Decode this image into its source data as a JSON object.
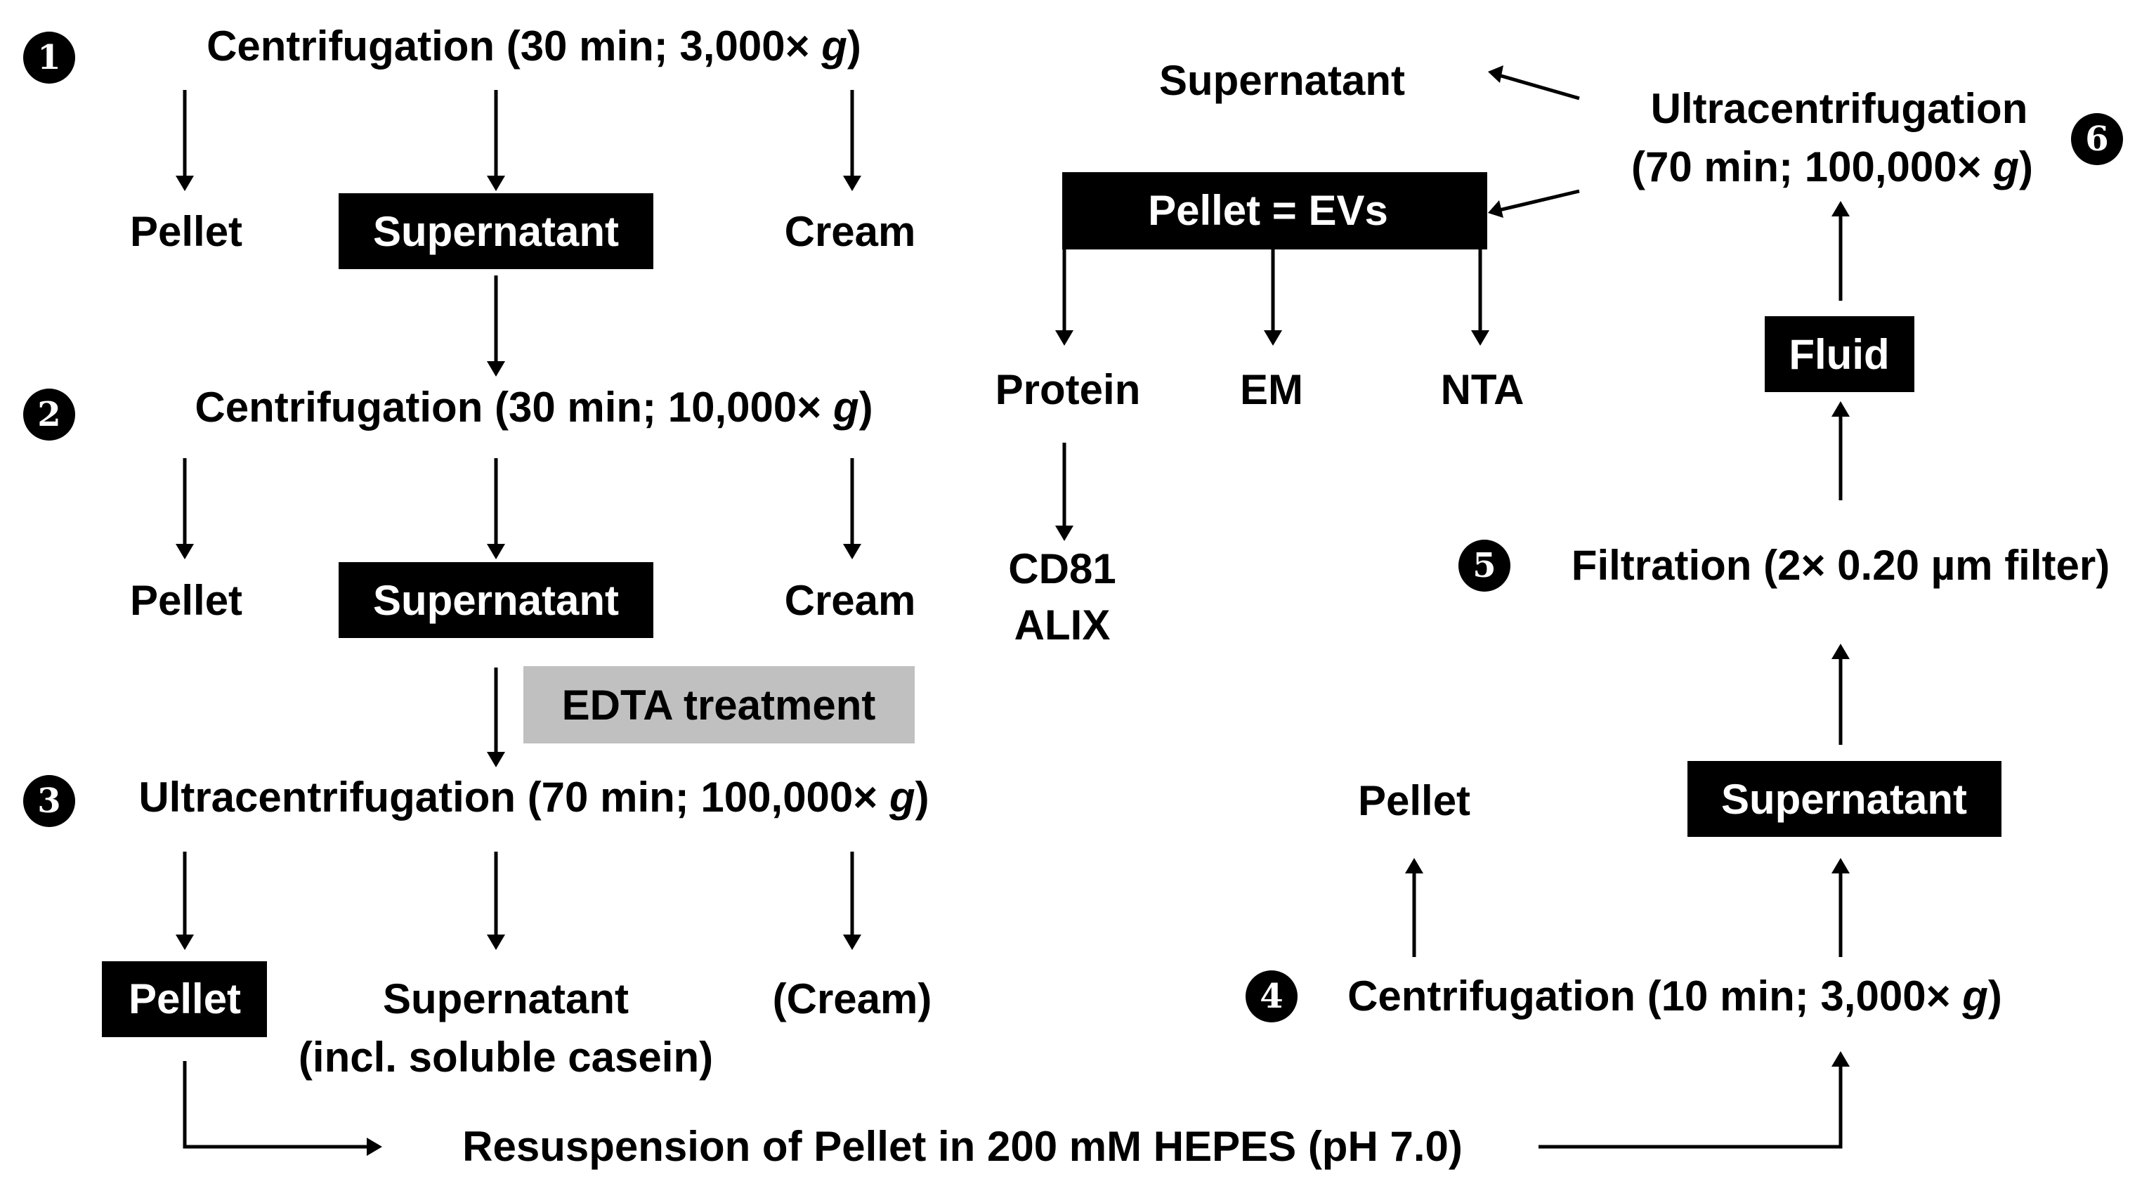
{
  "colors": {
    "ink": "#000000",
    "inverse_text": "#ffffff",
    "treatment_fill": "#c0c0c0",
    "background": "#ffffff"
  },
  "steps": {
    "s1": {
      "badge": "1",
      "prefix": "Centrifugation (30 min; 3,000× ",
      "g": "g",
      "suffix": ")"
    },
    "s2": {
      "badge": "2",
      "prefix": "Centrifugation (30 min; 10,000× ",
      "g": "g",
      "suffix": ")"
    },
    "s3": {
      "badge": "3",
      "prefix": "Ultracentrifugation (70 min; 100,000× ",
      "g": "g",
      "suffix": ")"
    },
    "s4": {
      "badge": "4",
      "prefix": "Centrifugation (10 min; 3,000× ",
      "g": "g",
      "suffix": ")"
    },
    "s5": {
      "badge": "5",
      "text": "Filtration (2× 0.20 µm filter)"
    },
    "s6": {
      "badge": "6",
      "line1": "Ultracentrifugation",
      "prefix": "(70 min; 100,000× ",
      "g": "g",
      "suffix": ")"
    }
  },
  "row1": {
    "pellet": "Pellet",
    "supernatant": "Supernatant",
    "cream": "Cream"
  },
  "row2": {
    "pellet": "Pellet",
    "supernatant": "Supernatant",
    "cream": "Cream"
  },
  "treatment": "EDTA treatment",
  "row3": {
    "pellet": "Pellet",
    "supernatant_line1": "Supernatant",
    "supernatant_line2": "(incl. soluble casein)",
    "cream": "(Cream)"
  },
  "resuspension": "Resuspension of Pellet in 200 mM HEPES (pH 7.0)",
  "step4_out": {
    "pellet": "Pellet",
    "supernatant": "Supernatant"
  },
  "fluid": "Fluid",
  "step6_out": {
    "supernatant": "Supernatant",
    "pellet_evs": "Pellet = EVs"
  },
  "analyses": {
    "protein": "Protein",
    "em": "EM",
    "nta": "NTA"
  },
  "markers": {
    "line1": "CD81",
    "line2": "ALIX"
  }
}
